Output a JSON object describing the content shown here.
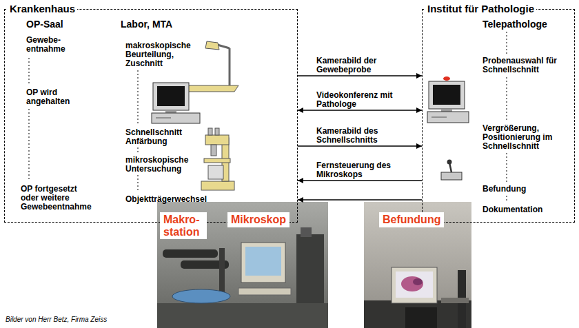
{
  "diagram": {
    "caption": "Bilder von Herr Betz, Firma Zeiss",
    "nodes": [
      {
        "text": [
          "Krankenhaus"
        ]
      },
      {
        "text": [
          "Institut für Pathologie"
        ]
      }
    ],
    "edges": [
      {
        "from": 0,
        "to": 1,
        "arrow": "to",
        "label": "Kamerabild der Gewebeprobe"
      },
      {
        "from": 0,
        "to": 1,
        "arrow": "both",
        "label": "Videokonferenz mit Pathologe"
      },
      {
        "from": 0,
        "to": 1,
        "arrow": "to",
        "label": "Kamerabild des Schnellschnitts"
      },
      {
        "from": 1,
        "to": 0,
        "arrow": "to",
        "label": "Fernsteuerung des Mikroskops"
      },
      {
        "from": 1,
        "to": 0,
        "arrow": "to"
      }
    ],
    "labels": [
      "OP-Saal",
      "Labor, MTA",
      "Gewebe- entnahme",
      "OP wird angehalten",
      "OP fortgesetzt oder weitere Gewebeentnahme",
      "makroskopische Beurteilung, Zuschnitt",
      "Schnellschnitt Anfärbung",
      "mikroskopische Untersuchung",
      "Objektträgerwechsel",
      "Telepathologe",
      "Probenauswahl für Schnellschnitt",
      "Vergrößerung, Positionierung im Schnellschnitt",
      "Befundung",
      "Dokumentation",
      "Makro- station",
      "Mikroskop",
      "Befundung"
    ]
  }
}
